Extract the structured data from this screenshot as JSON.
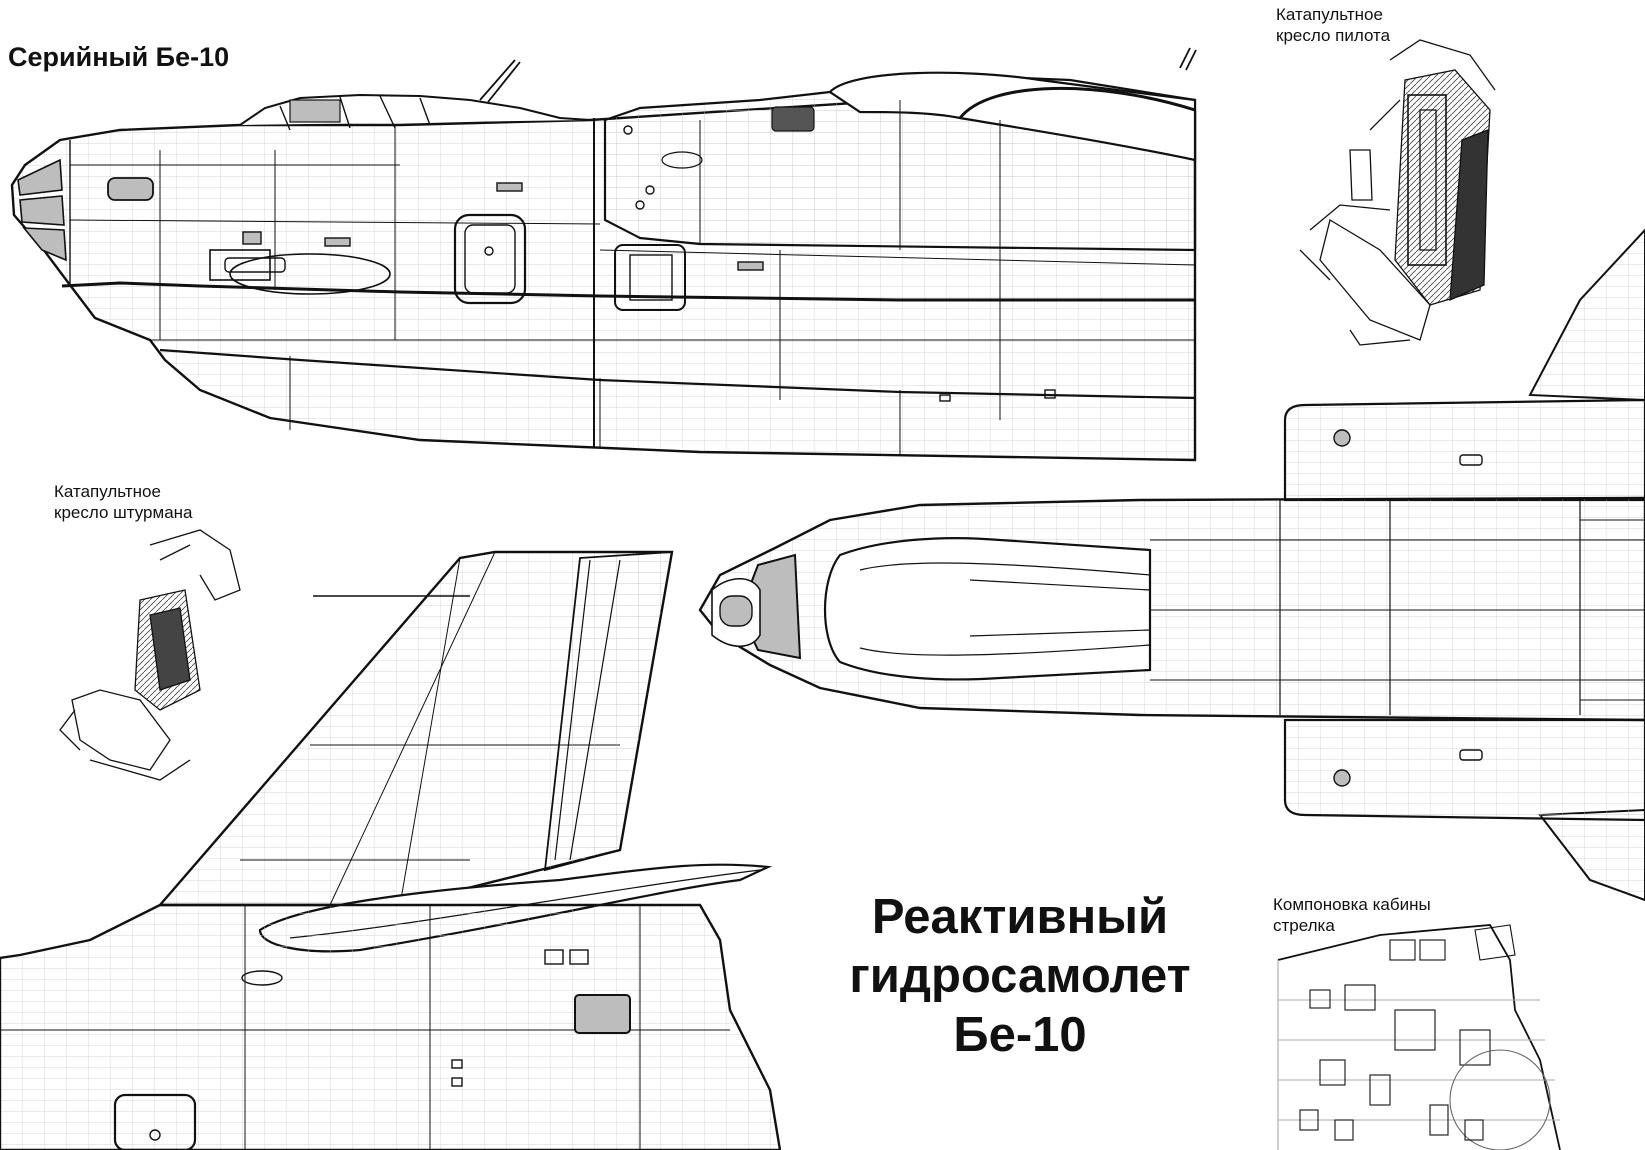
{
  "titles": {
    "serial": "Серийный Бе-10",
    "main_line1": "Реактивный",
    "main_line2": "гидросамолет",
    "main_line3": "Бе-10"
  },
  "captions": {
    "pilot_seat_line1": "Катапультное",
    "pilot_seat_line2": "кресло пилота",
    "navigator_seat_line1": "Катапультное",
    "navigator_seat_line2": "кресло штурмана",
    "gunner_cabin_line1": "Компоновка кабины",
    "gunner_cabin_line2": "стрелка"
  },
  "colors": {
    "ink": "#111111",
    "paper": "#ffffff",
    "grey_fill": "#bdbdbd",
    "grid_line": "#c8c8c8"
  }
}
